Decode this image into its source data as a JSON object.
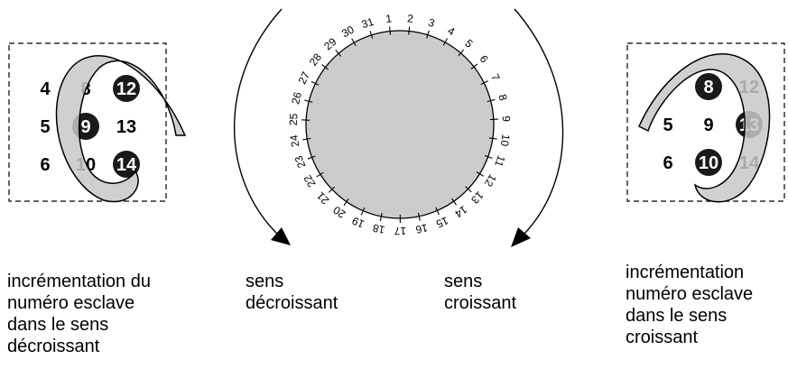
{
  "dial": {
    "numbers": [
      "1",
      "2",
      "3",
      "4",
      "5",
      "6",
      "7",
      "8",
      "9",
      "10",
      "11",
      "12",
      "13",
      "14",
      "15",
      "16",
      "17",
      "18",
      "19",
      "20",
      "21",
      "22",
      "23",
      "24",
      "25",
      "26",
      "27",
      "28",
      "29",
      "30",
      "31"
    ],
    "fill_color": "#cccccc"
  },
  "left_grid": {
    "cells": [
      {
        "label": "4",
        "highlighted": false
      },
      {
        "label": "8",
        "highlighted": false
      },
      {
        "label": "12",
        "highlighted": true
      },
      {
        "label": "5",
        "highlighted": false
      },
      {
        "label": "9",
        "highlighted": true
      },
      {
        "label": "13",
        "highlighted": false
      },
      {
        "label": "6",
        "highlighted": false
      },
      {
        "label": "10",
        "highlighted": false
      },
      {
        "label": "14",
        "highlighted": true
      }
    ]
  },
  "right_grid": {
    "cells": [
      {
        "label": "",
        "highlighted": false
      },
      {
        "label": "8",
        "highlighted": true
      },
      {
        "label": "12",
        "highlighted": false
      },
      {
        "label": "5",
        "highlighted": false
      },
      {
        "label": "9",
        "highlighted": false
      },
      {
        "label": "13",
        "highlighted": true
      },
      {
        "label": "6",
        "highlighted": false
      },
      {
        "label": "10",
        "highlighted": true
      },
      {
        "label": "14",
        "highlighted": false
      }
    ]
  },
  "captions": {
    "left": [
      "incrémentation du",
      "numéro esclave",
      "dans le sens",
      "décroissant"
    ],
    "mid_left": [
      "sens",
      "décroissant"
    ],
    "mid_right": [
      "sens",
      "croissant"
    ],
    "right": [
      "incrémentation",
      "numéro esclave",
      "dans le sens",
      "croissant"
    ]
  },
  "colors": {
    "badge": "#1a1a1a",
    "swirl_fill": "#c8c8c8",
    "outline": "#000000"
  }
}
